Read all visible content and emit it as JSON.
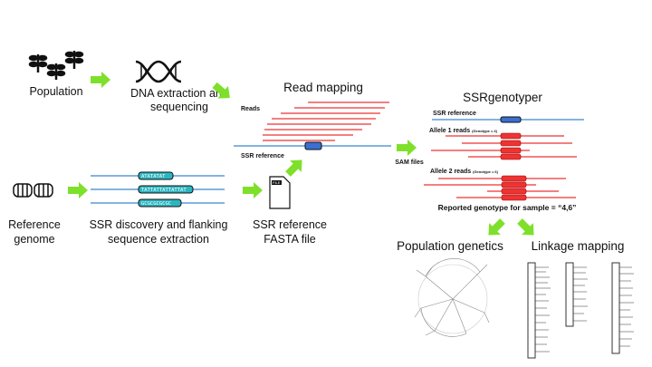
{
  "steps": {
    "population": "Population",
    "dna": [
      "DNA extraction and",
      "sequencing"
    ],
    "read_mapping": "Read mapping",
    "reads": "Reads",
    "ssr_reference": "SSR reference",
    "reference_genome": [
      "Reference",
      "genome"
    ],
    "ssr_discovery": [
      "SSR discovery and flanking",
      "sequence extraction"
    ],
    "fasta": [
      "SSR reference",
      "FASTA file"
    ],
    "file_icon_label": "FILE",
    "sam_files": "SAM files",
    "ssrgenotyper": "SSRgenotyper",
    "allele1": "Allele 1 reads",
    "allele1_note": "(Genotype = 4)",
    "allele2": "Allele 2 reads",
    "allele2_note": "(Genotype = 6)",
    "reported": "Reported genotype for sample = “4,6”",
    "population_genetics": "Population genetics",
    "linkage_mapping": "Linkage mapping"
  },
  "motifs": [
    "ATATATAT",
    "TATTATTATTATTAT",
    "GCGCGCGCGC"
  ],
  "colors": {
    "arrow": "#7ee02a",
    "reference": "#5b9bd5",
    "read": "#ee3333",
    "motif": "#2bb5c0"
  }
}
